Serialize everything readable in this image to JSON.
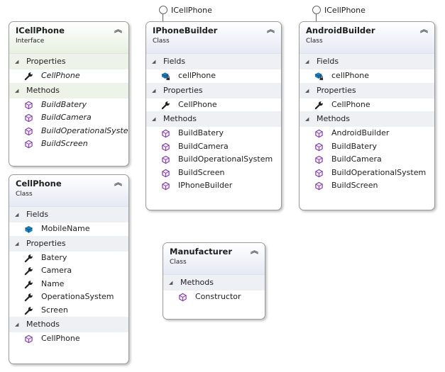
{
  "lollipops": [
    {
      "label": "ICellPhone"
    },
    {
      "label": "ICellPhone"
    }
  ],
  "icellphone": {
    "title": "ICellPhone",
    "stereotype": "Interface",
    "properties_label": "Properties",
    "properties": [
      "CellPhone"
    ],
    "methods_label": "Methods",
    "methods": [
      "BuildBatery",
      "BuildCamera",
      "BuildOperationalSystem",
      "BuildScreen"
    ]
  },
  "iphonebuilder": {
    "title": "IPhoneBuilder",
    "stereotype": "Class",
    "fields_label": "Fields",
    "fields": [
      "cellPhone"
    ],
    "properties_label": "Properties",
    "properties": [
      "CellPhone"
    ],
    "methods_label": "Methods",
    "methods": [
      "BuildBatery",
      "BuildCamera",
      "BuildOperationalSystem",
      "BuildScreen",
      "IPhoneBuilder"
    ]
  },
  "androidbuilder": {
    "title": "AndroidBuilder",
    "stereotype": "Class",
    "fields_label": "Fields",
    "fields": [
      "cellPhone"
    ],
    "properties_label": "Properties",
    "properties": [
      "CellPhone"
    ],
    "methods_label": "Methods",
    "methods": [
      "AndroidBuilder",
      "BuildBatery",
      "BuildCamera",
      "BuildOperationalSystem",
      "BuildScreen"
    ]
  },
  "cellphone": {
    "title": "CellPhone",
    "stereotype": "Class",
    "fields_label": "Fields",
    "fields": [
      "MobileName"
    ],
    "properties_label": "Properties",
    "properties": [
      "Batery",
      "Camera",
      "Name",
      "OperationaSystem",
      "Screen"
    ],
    "methods_label": "Methods",
    "methods": [
      "CellPhone"
    ]
  },
  "manufacturer": {
    "title": "Manufacturer",
    "stereotype": "Class",
    "methods_label": "Methods",
    "methods": [
      "Constructor"
    ]
  },
  "icons": {
    "collapse": "double-chevron-up-icon",
    "expanded": "triangle-expanded-icon",
    "property": "wrench-icon",
    "method": "method-cube-icon",
    "field": "field-icon",
    "private_field": "private-field-icon"
  }
}
